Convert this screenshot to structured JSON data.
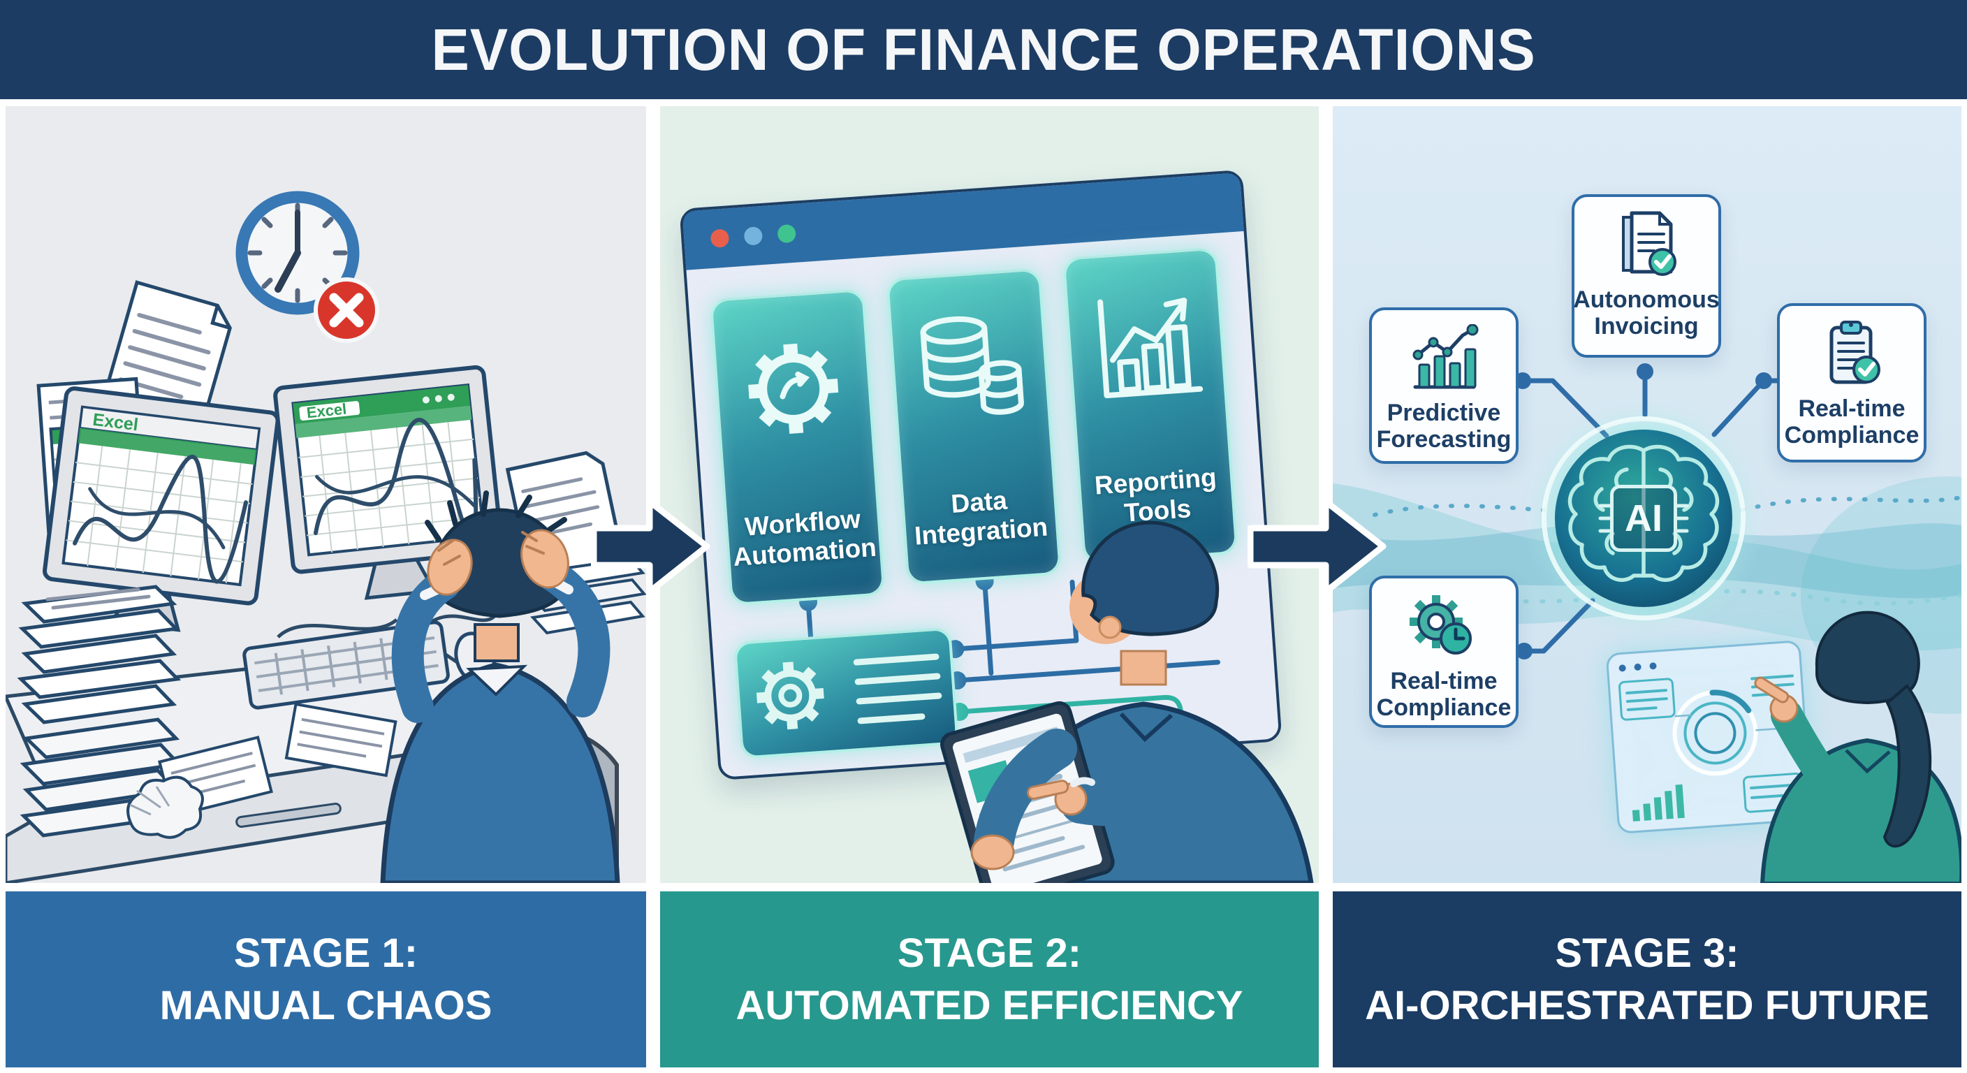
{
  "header": {
    "title": "EVOLUTION OF FINANCE OPERATIONS"
  },
  "stages": [
    {
      "line1": "STAGE 1:",
      "line2": "MANUAL CHAOS",
      "footer_color": "#2e6ca6"
    },
    {
      "line1": "STAGE 2:",
      "line2": "AUTOMATED EFFICIENCY",
      "footer_color": "#27988e"
    },
    {
      "line1": "STAGE 3:",
      "line2": "AI-ORCHESTRATED FUTURE",
      "footer_color": "#1b3c63"
    }
  ],
  "stage1": {
    "monitor1_label": "Excel",
    "monitor2_label": "Excel",
    "icons": [
      "clock-icon",
      "error-x-icon",
      "document-icon",
      "spreadsheet-icon",
      "excel-monitor",
      "paper-stack",
      "keyboard",
      "mouse",
      "stressed-person"
    ]
  },
  "stage2": {
    "cards": [
      {
        "line1": "Workflow",
        "line2": "Automation",
        "icon": "gear-icon"
      },
      {
        "line1": "Data",
        "line2": "Integration",
        "icon": "database-icon"
      },
      {
        "line1": "Reporting",
        "line2": "Tools",
        "icon": "bar-chart-icon"
      }
    ],
    "icons": [
      "browser-window",
      "traffic-light-dots",
      "gear-list-card",
      "connector-wires",
      "person-with-tablet"
    ]
  },
  "stage3": {
    "ai_label": "AI",
    "cards": [
      {
        "line1": "Predictive",
        "line2": "Forecasting",
        "icon": "trend-chart-icon"
      },
      {
        "line1": "Autonomous",
        "line2": "Invoicing",
        "icon": "invoice-check-icon"
      },
      {
        "line1": "Real-time",
        "line2": "Compliance",
        "icon": "clipboard-check-icon"
      },
      {
        "line1": "Real-time",
        "line2": "Compliance",
        "icon": "gear-clock-icon"
      }
    ],
    "icons": [
      "ai-brain-icon",
      "ai-chip",
      "holographic-dashboard",
      "woman-pointing",
      "wave-band"
    ]
  },
  "palette": {
    "header_bg": "#1c3c63",
    "panel1_bg": "#e9ebee",
    "panel2_bg": "#e3f0ea",
    "panel3_bg": "#d6e7f3",
    "stage1_footer": "#2e6ca6",
    "stage2_footer": "#27988e",
    "stage3_footer": "#1b3c63",
    "arrow_navy": "#1b3a5e",
    "card_teal_light": "#5dd4c6",
    "card_teal_dark": "#175a7d",
    "accent_blue": "#2d6da5",
    "accent_teal": "#2fb3a3",
    "check_green": "#3fc2a7",
    "error_red": "#d9362b",
    "excel_green": "#2f9e57"
  }
}
